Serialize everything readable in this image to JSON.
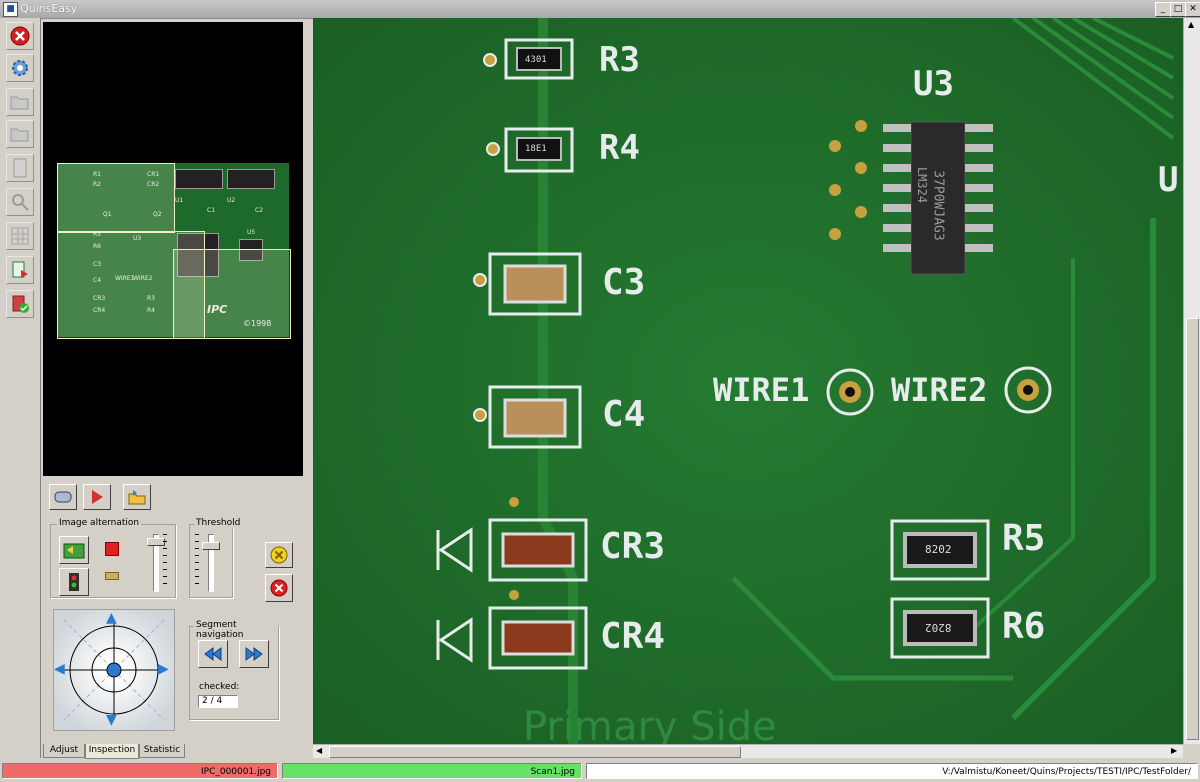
{
  "window": {
    "title": "QuinsEasy"
  },
  "toolbar": {
    "items": [
      {
        "name": "close-app-button",
        "icon": "red-x-icon"
      },
      {
        "name": "settings-button",
        "icon": "gear-icon"
      },
      {
        "name": "open-button",
        "icon": "open-folder-icon",
        "disabled": true
      },
      {
        "name": "open-project-button",
        "icon": "open-folder-icon",
        "disabled": true
      },
      {
        "name": "document-button",
        "icon": "document-icon",
        "disabled": true
      },
      {
        "name": "zoom-button",
        "icon": "magnifier-icon",
        "disabled": true
      },
      {
        "name": "grid-button",
        "icon": "grid-icon",
        "disabled": true
      },
      {
        "name": "report-button",
        "icon": "report-icon"
      },
      {
        "name": "approve-button",
        "icon": "check-shield-icon"
      }
    ]
  },
  "thumbnail": {
    "labels": [
      "R1",
      "R2",
      "CR1",
      "CR2",
      "Q1",
      "Q2",
      "U1",
      "U2",
      "C1",
      "C2",
      "R5",
      "R6",
      "U3",
      "U5",
      "C3",
      "C4",
      "WIRE1",
      "WIRE2",
      "CR3",
      "CR4",
      "R3",
      "R4",
      "IPC",
      "©1998"
    ]
  },
  "controls": {
    "image_alternation": "Image alternation",
    "threshold": "Threshold",
    "segment_navigation": "Segment navigation",
    "checked_label": "checked:",
    "checked_value": "2 / 4"
  },
  "tabs": [
    {
      "label": "Adjust",
      "active": false
    },
    {
      "label": "Inspection",
      "active": true
    },
    {
      "label": "Statistic",
      "active": false
    }
  ],
  "board": {
    "labels": {
      "r3": "R3",
      "r4": "R4",
      "c3": "C3",
      "c4": "C4",
      "cr3": "CR3",
      "cr4": "CR4",
      "u3": "U3",
      "wire1": "WIRE1",
      "wire2": "WIRE2",
      "r5": "R5",
      "r6": "R6",
      "u_partial": "U",
      "primary_side": "Primary Side"
    },
    "chip_marking": [
      "37P0WJAG3",
      "LM324"
    ],
    "resistor_codes": {
      "r3": "4301",
      "r4": "18E1",
      "r5": "8202",
      "r6": "8202"
    }
  },
  "status": {
    "image_file": "IPC_000001.jpg",
    "scan_file": "Scan1.jpg",
    "path": "V:/Valmistu/Koneet/Quins/Projects/TESTI/IPC/TestFolder/"
  },
  "colors": {
    "board_green": "#1f6e2a",
    "silkscreen": "#e6ecec",
    "status_error": "#f06a6a",
    "status_ok": "#66e066"
  }
}
